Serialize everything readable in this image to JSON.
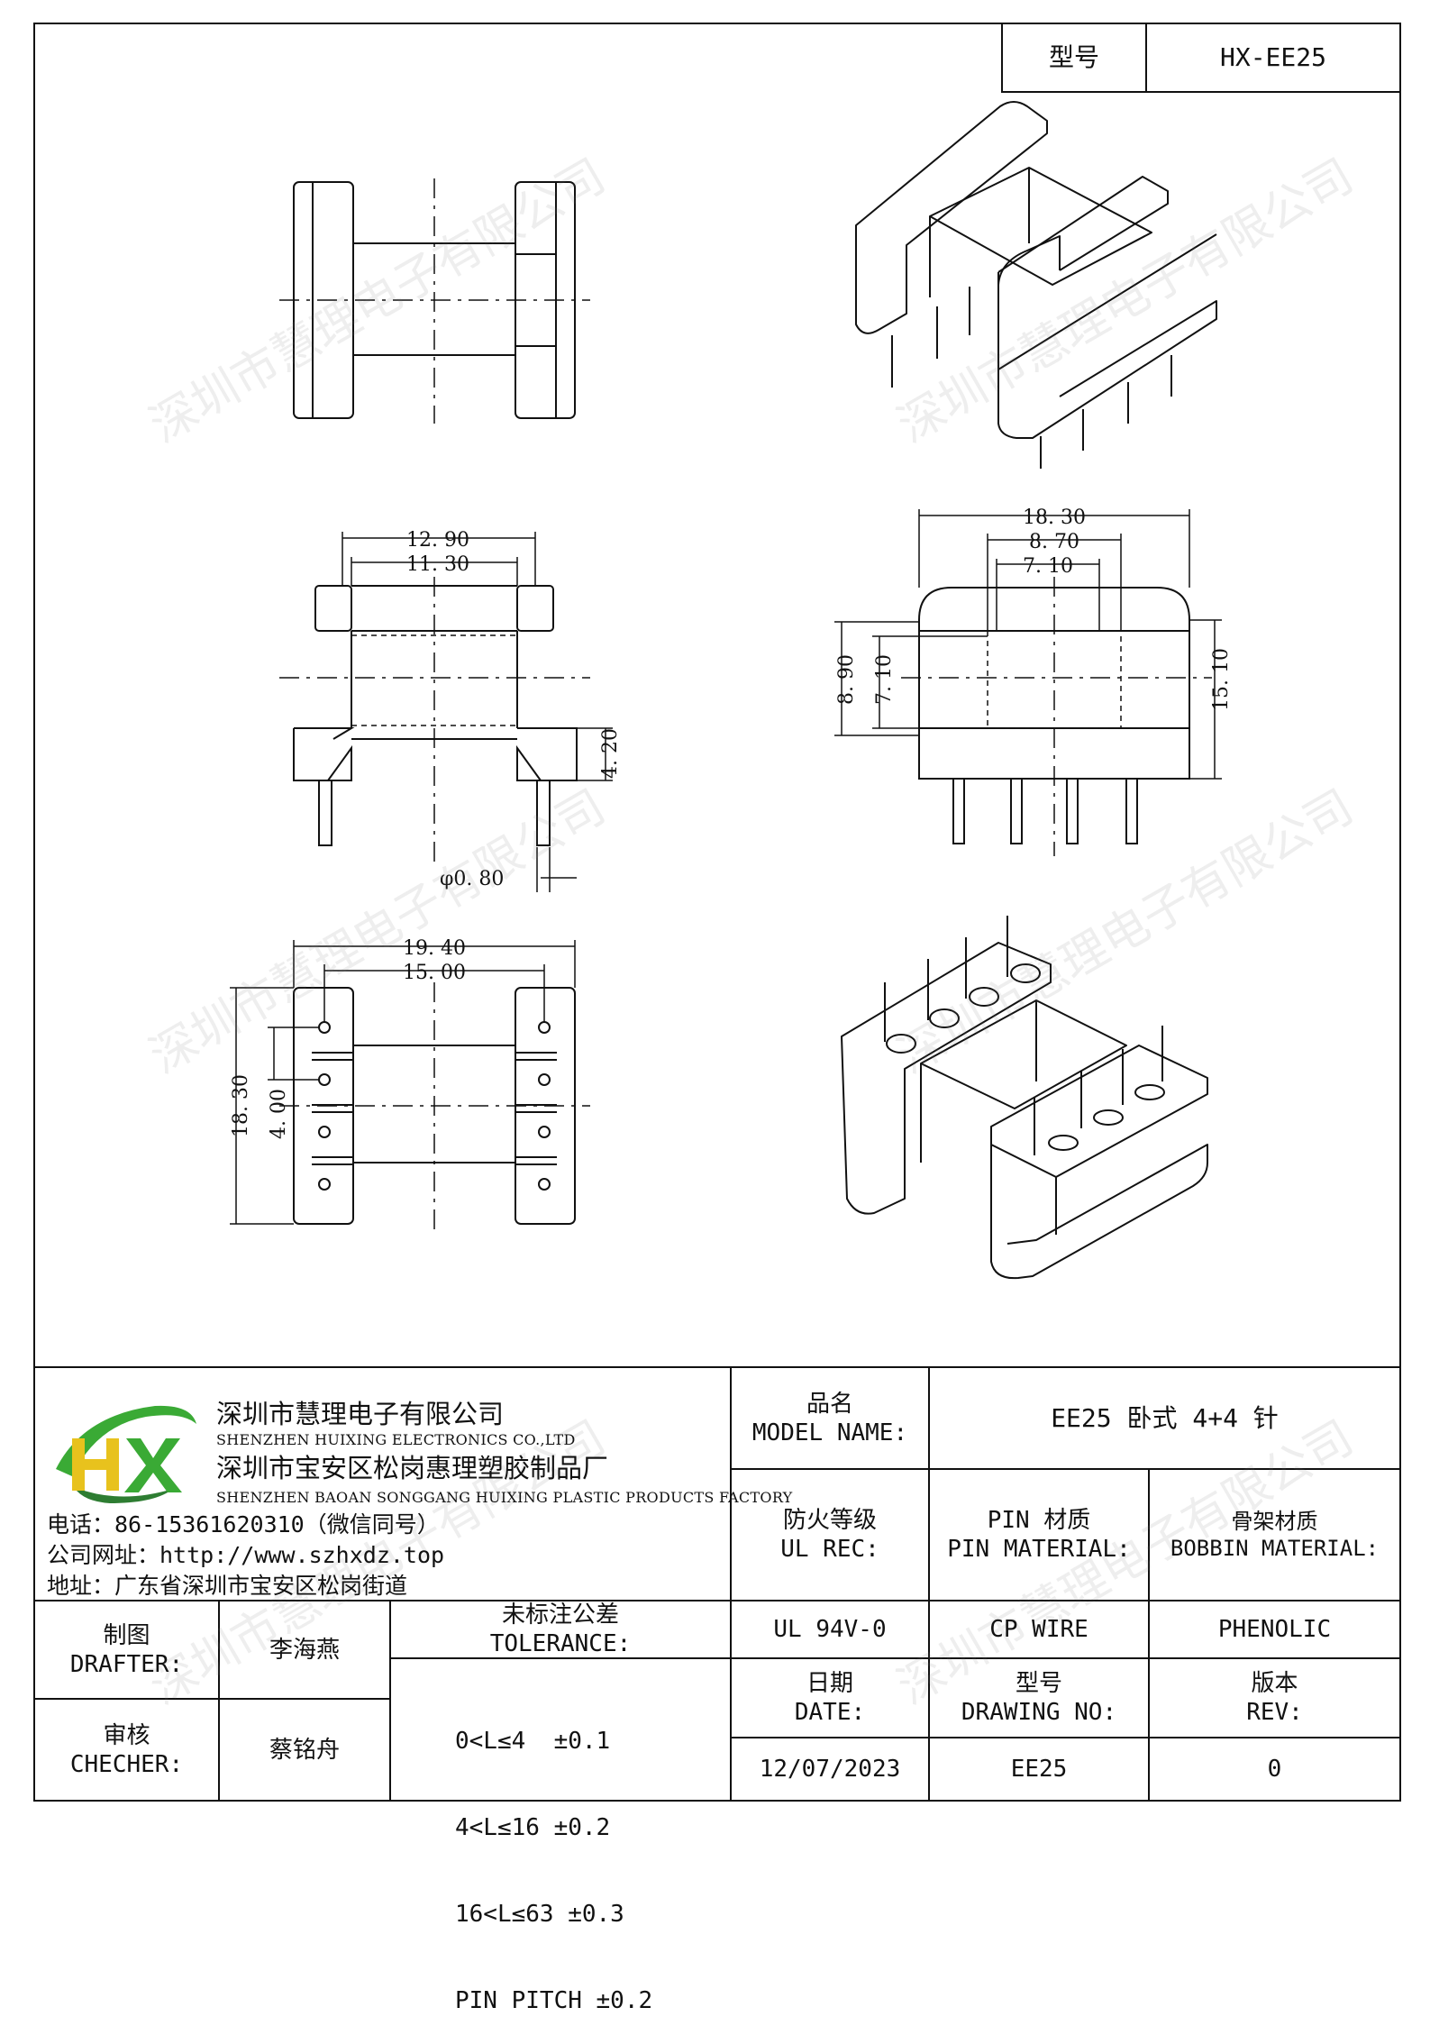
{
  "header": {
    "type_label": "型号",
    "type_value": "HX-EE25"
  },
  "drawing": {
    "dims": {
      "w1290": "12. 90",
      "w1130": "11. 30",
      "h420": "4. 20",
      "pin": "φ0. 80",
      "w1830": "18. 30",
      "w870": "8. 70",
      "w710": "7. 10",
      "h890": "8. 90",
      "h710": "7. 10",
      "h1510": "15. 10",
      "w1940": "19. 40",
      "w1500": "15. 00",
      "h1830": "18. 30",
      "h400": "4. 00"
    },
    "watermark": "深圳市慧理电子有限公司"
  },
  "company": {
    "name_cn": "深圳市慧理电子有限公司",
    "name_en": "SHENZHEN HUIXING ELECTRONICS CO.,LTD",
    "factory_cn": "深圳市宝安区松岗惠理塑胶制品厂",
    "factory_en": "SHENZHEN BAOAN SONGGANG HUIXING PLASTIC PRODUCTS FACTORY",
    "phone": "电话：86-15361620310（微信同号）",
    "website": "公司网址：http://www.szhxdz.top",
    "address": "地址：广东省深圳市宝安区松岗街道",
    "logo_colors": {
      "green": "#3aaa35",
      "yellow": "#e8c21d",
      "dark": "#2e7d32"
    }
  },
  "title_block": {
    "model_label_cn": "品名",
    "model_label_en": "MODEL NAME:",
    "model_value": "EE25 卧式 4+4 针",
    "ul_label_cn": "防火等级",
    "ul_label_en": "UL REC:",
    "ul_value": "UL 94V-0",
    "pin_label_cn": "PIN 材质",
    "pin_label_en": "PIN MATERIAL:",
    "pin_value": "CP WIRE",
    "bobbin_label_cn": "骨架材质",
    "bobbin_label_en": "BOBBIN MATERIAL:",
    "bobbin_value": "PHENOLIC",
    "drafter_label_cn": "制图",
    "drafter_label_en": "DRAFTER:",
    "drafter_value": "李海燕",
    "checker_label_cn": "审核",
    "checker_label_en": "CHECHER:",
    "checker_value": "蔡铭舟",
    "tolerance_label_cn": "未标注公差",
    "tolerance_label_en": "TOLERANCE:",
    "tolerance_lines": [
      "0<L≤4  ±0.1",
      "4<L≤16 ±0.2",
      "16<L≤63 ±0.3",
      "PIN PITCH ±0.2"
    ],
    "date_label_cn": "日期",
    "date_label_en": "DATE:",
    "date_value": "12/07/2023",
    "drawing_no_label_cn": "型号",
    "drawing_no_label_en": "DRAWING NO:",
    "drawing_no_value": "EE25",
    "rev_label_cn": "版本",
    "rev_label_en": "REV:",
    "rev_value": "0"
  }
}
